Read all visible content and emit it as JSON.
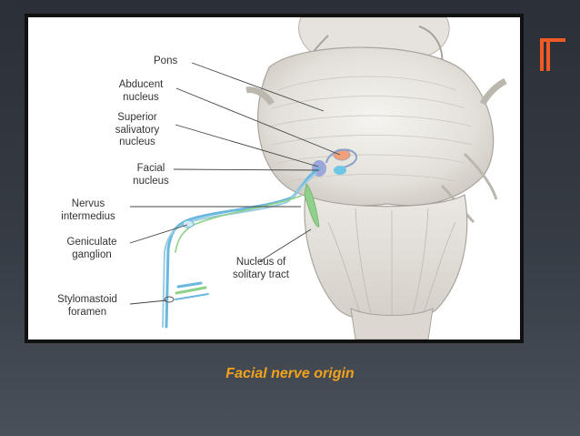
{
  "figure": {
    "labels": {
      "pons": "Pons",
      "abducent": "Abducent nucleus",
      "superior_salivatory": "Superior salivatory nucleus",
      "facial": "Facial nucleus",
      "nervus_intermedius": "Nervus intermedius",
      "geniculate": "Geniculate ganglion",
      "nucleus_solitary": "Nucleus of solitary tract",
      "stylomastoid": "Stylomastoid foramen"
    },
    "colors": {
      "abducent_nucleus": "#f2a07a",
      "superior_salivatory_nucleus": "#9aa7d8",
      "facial_nucleus": "#6cc6e8",
      "solitary_nucleus": "#8fd08a",
      "nerve": "#6ab7df"
    }
  },
  "caption": "Facial nerve origin",
  "accent_color": "#f15a24"
}
